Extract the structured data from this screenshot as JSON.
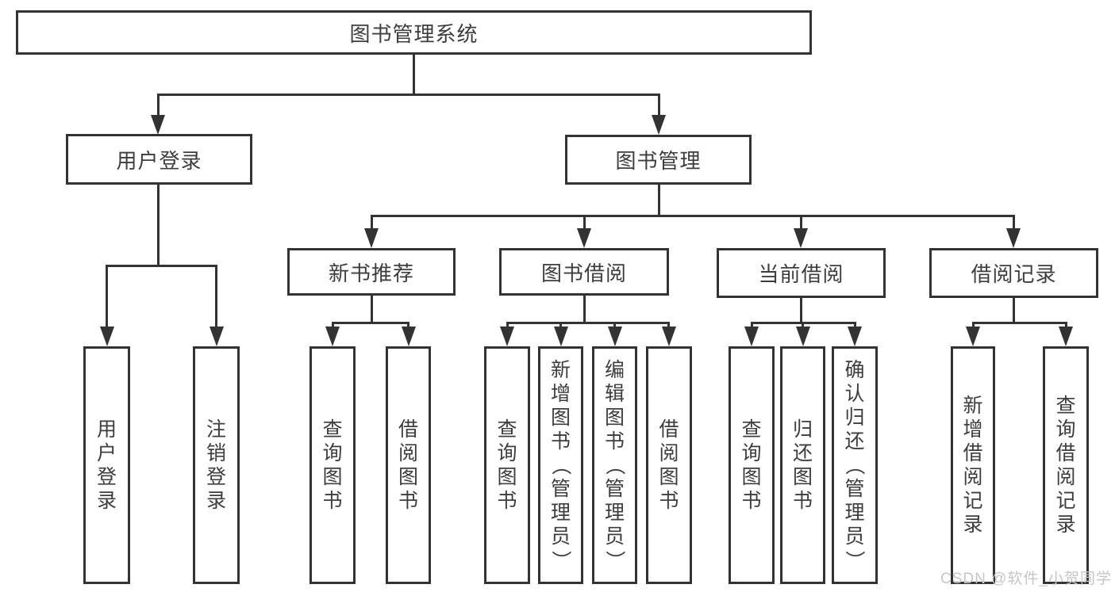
{
  "diagram": {
    "root": {
      "label": "图书管理系统"
    },
    "level2": [
      {
        "id": "user-login",
        "label": "用户登录"
      },
      {
        "id": "book-management",
        "label": "图书管理"
      }
    ],
    "level3": [
      {
        "id": "new-book-recommend",
        "label": "新书推荐"
      },
      {
        "id": "book-borrow",
        "label": "图书借阅"
      },
      {
        "id": "current-borrow",
        "label": "当前借阅"
      },
      {
        "id": "borrow-records",
        "label": "借阅记录"
      }
    ],
    "leaves": {
      "user_login": [
        {
          "label": "用户登录"
        },
        {
          "label": "注销登录"
        }
      ],
      "new_book_recommend": [
        {
          "label": "查询图书"
        },
        {
          "label": "借阅图书"
        }
      ],
      "book_borrow": [
        {
          "label": "查询图书"
        },
        {
          "label": "新增图书（管理员）"
        },
        {
          "label": "编辑图书（管理员）"
        },
        {
          "label": "借阅图书"
        }
      ],
      "current_borrow": [
        {
          "label": "查询图书"
        },
        {
          "label": "归还图书"
        },
        {
          "label": "确认归还（管理员）"
        }
      ],
      "borrow_records": [
        {
          "label": "新增借阅记录"
        },
        {
          "label": "查询借阅记录"
        }
      ]
    }
  },
  "watermark": {
    "text": "CSDN @软件_小贺同学"
  },
  "colors": {
    "line": "#333333",
    "text": "#3d3d3d",
    "watermark": "#c6c6c6",
    "background": "#ffffff"
  }
}
